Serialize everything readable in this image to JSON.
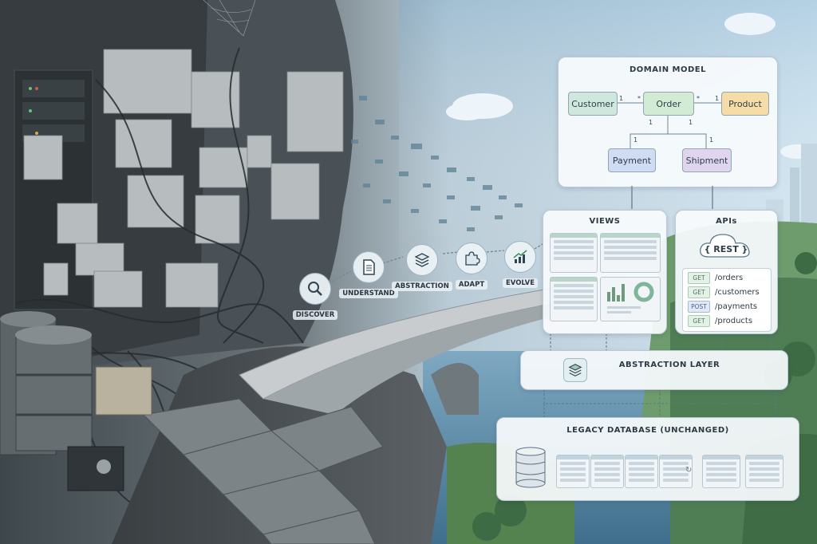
{
  "colors": {
    "customer": "#cfe7dc",
    "order": "#d2ebd4",
    "product": "#f6dca6",
    "payment": "#cfdcf3",
    "shipment": "#e0d5ef",
    "connector": "#6d8595"
  },
  "steps": [
    {
      "label": "DISCOVER",
      "icon": "magnifier-icon"
    },
    {
      "label": "UNDERSTAND",
      "icon": "document-icon"
    },
    {
      "label": "ABSTRACTION",
      "icon": "layers-icon"
    },
    {
      "label": "ADAPT",
      "icon": "puzzle-icon"
    },
    {
      "label": "EVOLVE",
      "icon": "growth-chart-icon"
    }
  ],
  "domain_model": {
    "title": "DOMAIN MODEL",
    "entities": {
      "customer": "Customer",
      "order": "Order",
      "product": "Product",
      "payment": "Payment",
      "shipment": "Shipment"
    },
    "multiplicity": {
      "customer_one": "1",
      "order_many_left": "*",
      "order_many_right": "*",
      "product_one": "1",
      "order_one_a": "1",
      "order_one_b": "1",
      "payment_one": "1",
      "shipment_one": "1"
    }
  },
  "views": {
    "title": "VIEWS"
  },
  "apis": {
    "title": "APIs",
    "rest_label": "{ REST }",
    "endpoints": [
      {
        "method": "GET",
        "path": "/orders"
      },
      {
        "method": "GET",
        "path": "/customers"
      },
      {
        "method": "POST",
        "path": "/payments"
      },
      {
        "method": "GET",
        "path": "/products"
      }
    ]
  },
  "abstraction_layer": {
    "title": "ABSTRACTION LAYER",
    "icon": "layers-icon"
  },
  "legacy_db": {
    "title": "LEGACY DATABASE (UNCHANGED)",
    "icon": "database-icon"
  }
}
